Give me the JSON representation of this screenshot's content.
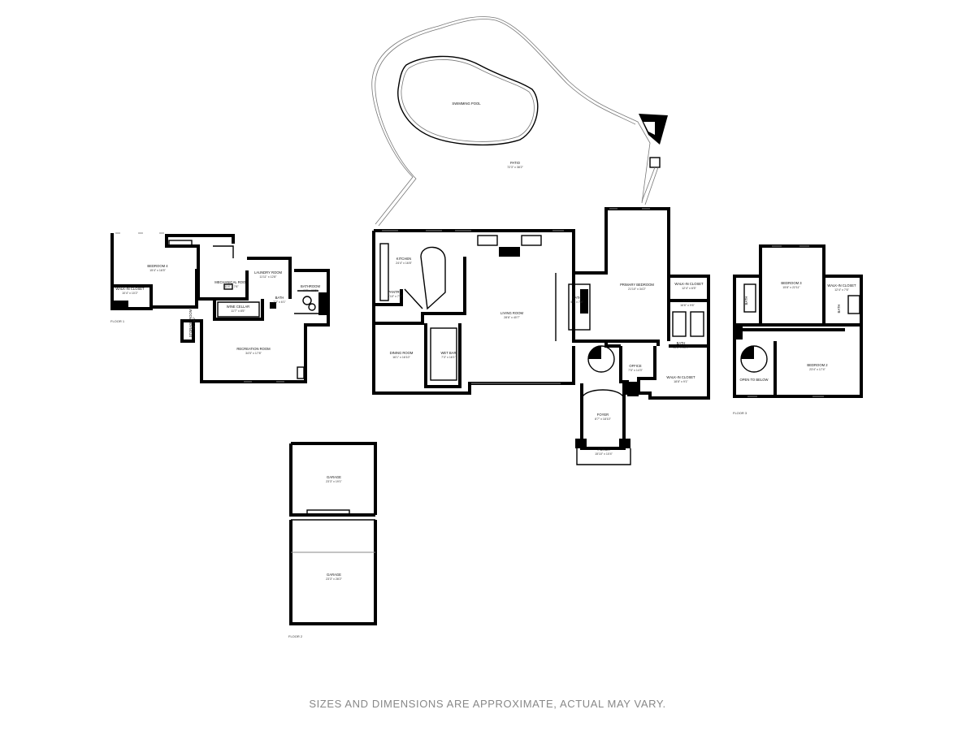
{
  "floor_labels": {
    "floor1": "FLOOR 1",
    "floor2": "FLOOR 2",
    "floor3": "FLOOR 3"
  },
  "outdoor": {
    "pool": {
      "name": "SWIMMING POOL"
    },
    "patio": {
      "name": "PATIO",
      "dims": "72'3\" x 38'2\""
    }
  },
  "rooms_floor1": [
    {
      "key": "bedroom4",
      "name": "BEDROOM 4",
      "dims": "15'4\" x 16'5\""
    },
    {
      "key": "walkin",
      "name": "WALK-IN CLOSET",
      "dims": "10'4\" x 10'2\""
    },
    {
      "key": "mechanical",
      "name": "MECHANICAL ROOM",
      "dims": "11'4\" x 7'6\""
    },
    {
      "key": "laundry",
      "name": "LAUNDRY ROOM",
      "dims": "11'11\" x 12'8\""
    },
    {
      "key": "bathroom",
      "name": "BATHROOM",
      "dims": "9'7\" x 11'5\""
    },
    {
      "key": "bath",
      "name": "BATH",
      "dims": "7'3\" x 6'1\""
    },
    {
      "key": "wine",
      "name": "WINE CELLAR",
      "dims": "11'7\" x 8'5\""
    },
    {
      "key": "storage",
      "name": "STORAGE ROOM",
      "dims": "7'1\" x 9'2\""
    },
    {
      "key": "recreation",
      "name": "RECREATION ROOM",
      "dims": "34'5\" x 17'8\""
    }
  ],
  "rooms_floor2": [
    {
      "key": "kitchen",
      "name": "KITCHEN",
      "dims": "24'4\" x 16'8\""
    },
    {
      "key": "pantry",
      "name": "PANTRY",
      "dims": "8'10\" x 7'6\""
    },
    {
      "key": "living",
      "name": "LIVING ROOM",
      "dims": "28'6\" x 40'7\""
    },
    {
      "key": "dining",
      "name": "DINING ROOM",
      "dims": "16'1\" x 16'10\""
    },
    {
      "key": "wetbar",
      "name": "WET BAR",
      "dims": "7'3\" x 16'1\""
    },
    {
      "key": "bath2",
      "name": "BATH",
      "dims": "5'2\" x 7'4\""
    },
    {
      "key": "primary",
      "name": "PRIMARY BEDROOM",
      "dims": "21'10\" x 34'2\""
    },
    {
      "key": "walkin2a",
      "name": "WALK-IN CLOSET",
      "dims": "12'4\" x 6'5\""
    },
    {
      "key": "bath2b",
      "name": "BATH",
      "dims": "16'6\" x 9'6\""
    },
    {
      "key": "bath2c",
      "name": "BATH",
      "dims": "13'6\" x 15'9\""
    },
    {
      "key": "office",
      "name": "OFFICE",
      "dims": "7'5\" x 14'3\""
    },
    {
      "key": "walkin2b",
      "name": "WALK-IN CLOSET",
      "dims": "18'8\" x 9'1\""
    },
    {
      "key": "foyer",
      "name": "FOYER",
      "dims": "8'7\" x 18'10\""
    },
    {
      "key": "porch",
      "name": "PORCH",
      "dims": "15'10\" x 10'4\""
    },
    {
      "key": "garage1",
      "name": "GARAGE",
      "dims": "23'3\" x 19'1\""
    },
    {
      "key": "garage2",
      "name": "GARAGE",
      "dims": "23'3\" x 28'2\""
    }
  ],
  "rooms_floor3": [
    {
      "key": "bedroom3",
      "name": "BEDROOM 3",
      "dims": "15'8\" x 22'11\""
    },
    {
      "key": "walkin3",
      "name": "WALK-IN CLOSET",
      "dims": "12'4\" x 7'6\""
    },
    {
      "key": "bath3a",
      "name": "BATH",
      "dims": ""
    },
    {
      "key": "bath3b",
      "name": "BATH",
      "dims": ""
    },
    {
      "key": "bedroom2",
      "name": "BEDROOM 2",
      "dims": "23'4\" x 17'4\""
    },
    {
      "key": "open",
      "name": "OPEN TO BELOW",
      "dims": ""
    }
  ],
  "disclaimer": "SIZES AND DIMENSIONS ARE APPROXIMATE, ACTUAL MAY VARY."
}
